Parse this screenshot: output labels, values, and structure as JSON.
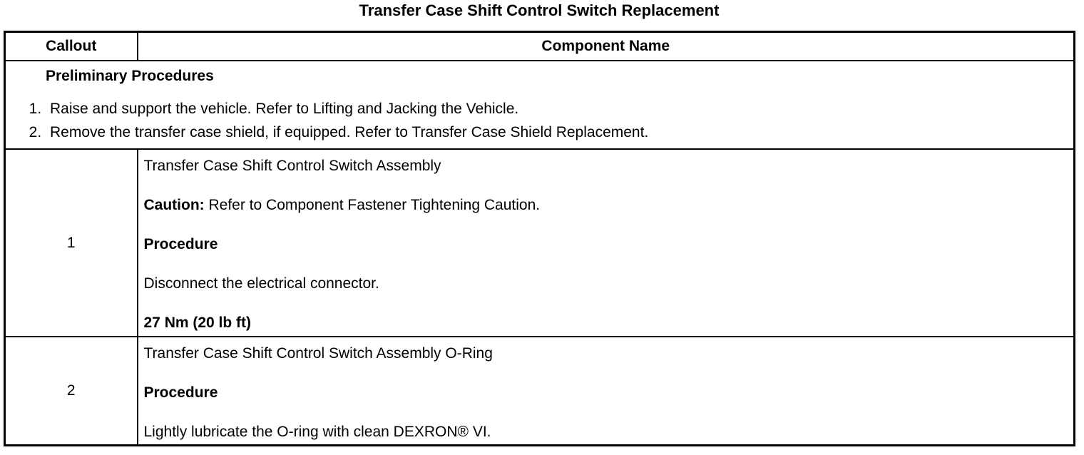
{
  "document": {
    "title": "Transfer Case Shift Control Switch Replacement"
  },
  "table": {
    "headers": {
      "callout": "Callout",
      "component_name": "Component Name"
    },
    "preliminary": {
      "title": "Preliminary Procedures",
      "steps": [
        "Raise and support the vehicle. Refer to Lifting and Jacking the Vehicle.",
        "Remove the transfer case shield, if equipped. Refer to Transfer Case Shield Replacement."
      ]
    },
    "rows": [
      {
        "callout": "1",
        "component": "Transfer Case Shift Control Switch Assembly",
        "caution_label": "Caution:",
        "caution_text": " Refer to Component Fastener Tightening Caution.",
        "procedure_label": "Procedure",
        "procedure_text": "Disconnect the electrical connector.",
        "torque": "27 Nm (20 lb ft)"
      },
      {
        "callout": "2",
        "component": "Transfer Case Shift Control Switch Assembly O-Ring",
        "procedure_label": "Procedure",
        "procedure_text": "Lightly lubricate the O-ring with clean DEXRON® VI."
      }
    ]
  }
}
